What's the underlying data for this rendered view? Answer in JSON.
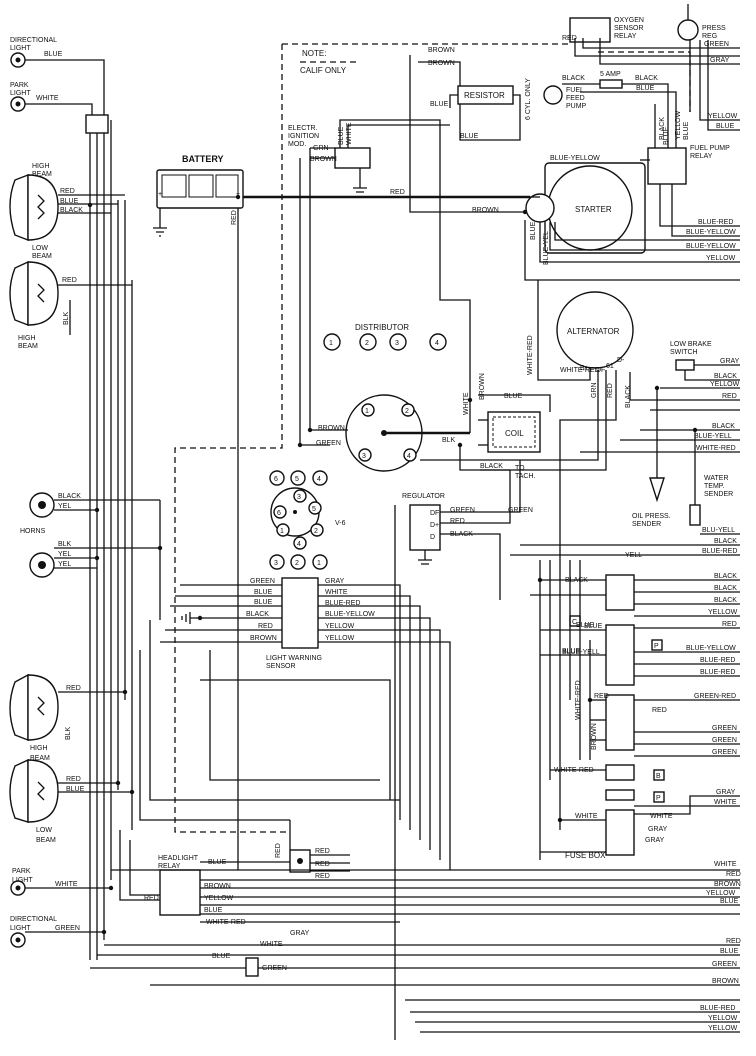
{
  "note": {
    "title": "NOTE:",
    "calif": "CALIF ONLY"
  },
  "components": {
    "directional_light": "DIRECTIONAL\nLIGHT",
    "park_light": "PARK\nLIGHT",
    "high_beam": "HIGH\nBEAM",
    "low_beam": "LOW\nBEAM",
    "high_beam_2": "HIGH\nBEAM",
    "horns": "HORNS",
    "battery": "BATTERY",
    "elect_ignition": "ELECTR.\nIGNITION\nMOD.",
    "resistor": "RESISTOR",
    "six_cyl": "6 CYL. ONLY",
    "oxygen_relay": "OXYGEN\nSENSOR\nRELAY",
    "press_reg": "PRESS\nREG",
    "fuel_feed_pump": "FUEL\nFEED\nPUMP",
    "five_amp": "5 AMP",
    "fuel_pump_relay": "FUEL PUMP\nRELAY",
    "starter": "STARTER",
    "distributor": "DISTRIBUTOR",
    "alternator": "ALTERNATOR",
    "low_brake": "LOW BRAKE\nSWITCH",
    "coil": "COIL",
    "to_tach": "TO\nTACH.",
    "regulator": "REGULATOR",
    "oil_press": "OIL PRESS.\nSENDER",
    "water_temp": "WATER\nTEMP.\nSENDER",
    "v6": "V-6",
    "light_warning": "LIGHT WARNING\nSENSOR",
    "headlight_relay": "HEADLIGHT\nRELAY",
    "fuse_box": "FUSE BOX"
  },
  "distributor_numbers": [
    "1",
    "2",
    "3",
    "4"
  ],
  "v6_numbers": [
    "6",
    "5",
    "4",
    "3",
    "6",
    "5",
    "1",
    "2",
    "4",
    "3",
    "2",
    "1"
  ],
  "terminals": {
    "b_plus": "B+",
    "df": "DF",
    "d_minus": "D-",
    "d61": "61",
    "df_r": "DF",
    "d_plus_r": "D+",
    "d_r": "D",
    "c": "C",
    "p": "P",
    "b": "B",
    "p2": "P"
  },
  "wire_labels": [
    "BLUE",
    "WHITE",
    "RED",
    "BLUE",
    "BLACK",
    "RED",
    "BLK",
    "BLACK",
    "YEL",
    "BLK",
    "YEL",
    "YEL",
    "RED",
    "BLK",
    "RED",
    "BLUE",
    "WHITE",
    "GREEN",
    "RED",
    "RED",
    "BROWN",
    "BROWN",
    "BLUE",
    "BLUE",
    "GRN",
    "BROWN",
    "BLUE",
    "WHITE",
    "RED",
    "BLUE",
    "BLUE-YELLOW",
    "BLACK",
    "BLACK",
    "BLUE",
    "BLACK",
    "YELLOW",
    "BLUE",
    "BROWN",
    "BLUE",
    "WHITE-RED",
    "BLUE-YEL",
    "BROWN",
    "GREEN",
    "BLK",
    "BLACK",
    "WHITE",
    "BROWN",
    "BLUE",
    "WHITE-RED",
    "GRN",
    "RED",
    "BLACK",
    "GREEN",
    "RED",
    "BLACK",
    "GREEN",
    "BLUE",
    "BLUE",
    "BLACK",
    "RED",
    "BROWN",
    "GRAY",
    "WHITE",
    "BLUE-RED",
    "BLUE-YELLOW",
    "YELLOW",
    "YELLOW",
    "GREEN",
    "BLUE",
    "BLUE",
    "YELL",
    "BLACK",
    "BLUE",
    "BLUE-YELL",
    "WHITE-RED",
    "RED",
    "RED",
    "BROWN",
    "WHITE-RED",
    "WHITE",
    "WHITE",
    "GRAY",
    "GRAY",
    "BLUE",
    "BROWN",
    "YELLOW",
    "BLUE",
    "WHITE-RED",
    "RED",
    "RED",
    "RED",
    "RED",
    "RED",
    "GRAY",
    "WHITE",
    "BLUE",
    "GREEN"
  ],
  "right_labels": [
    "GREEN",
    "GRAY",
    "YELLOW",
    "BLUE",
    "BLUE-RED",
    "BLUE-YELLOW",
    "BLUE-YELLOW",
    "YELLOW",
    "GRAY",
    "BLACK",
    "YELLOW",
    "RED",
    "BLACK",
    "BLUE-YELL",
    "WHITE-RED",
    "BLU-YELL",
    "BLACK",
    "BLUE-RED",
    "BLACK",
    "BLACK",
    "BLACK",
    "YELLOW",
    "RED",
    "BLUE-YELLOW",
    "BLUE-RED",
    "BLUE-RED",
    "GREEN-RED",
    "GREEN",
    "GREEN",
    "GREEN",
    "GRAY",
    "WHITE",
    "WHITE",
    "RED",
    "BROWN",
    "YELLOW",
    "BLUE",
    "RED",
    "BLUE",
    "GREEN",
    "BROWN",
    "BLUE-RED",
    "YELLOW",
    "YELLOW"
  ]
}
